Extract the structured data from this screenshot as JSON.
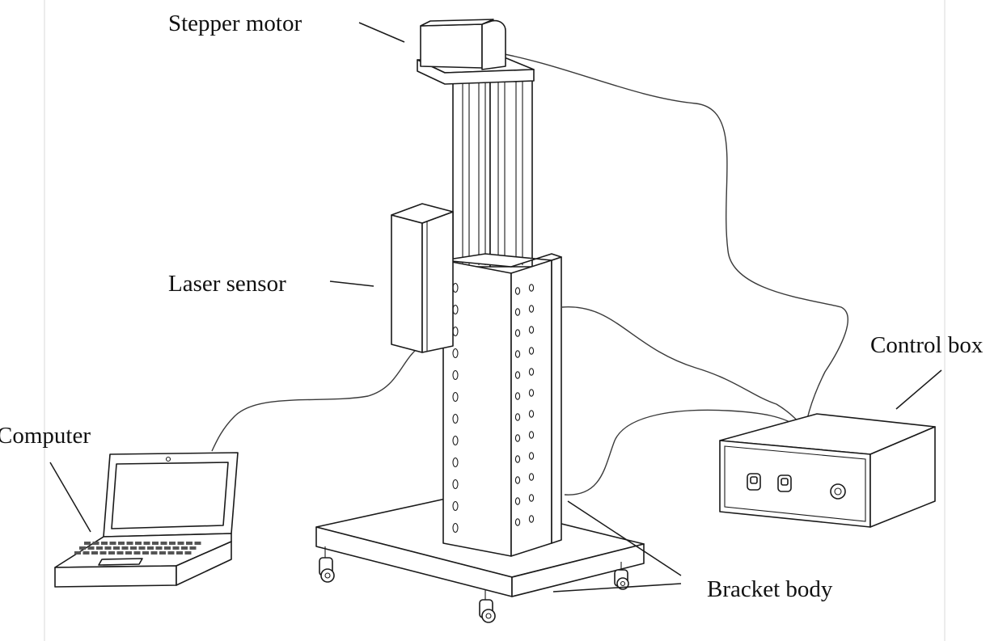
{
  "labels": {
    "stepper_motor": "Stepper  motor",
    "laser_sensor": "Laser  sensor",
    "computer": "Computer",
    "control_box": "Control  box",
    "bracket_body": "Bracket  body"
  }
}
